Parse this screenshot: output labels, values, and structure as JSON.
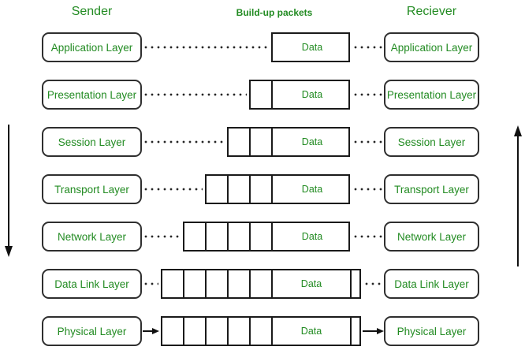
{
  "titles": {
    "sender": "Sender",
    "middle": "Build-up packets",
    "receiver": "Reciever"
  },
  "data_label": "Data",
  "colors": {
    "green": "#228B22",
    "line": "#1a1a1a"
  },
  "flow": {
    "sender_direction": "down",
    "receiver_direction": "up"
  },
  "layers": [
    {
      "label": "Application Layer",
      "header_cells": 0,
      "trailer_cell": false,
      "connection": "dotted"
    },
    {
      "label": "Presentation Layer",
      "header_cells": 1,
      "trailer_cell": false,
      "connection": "dotted"
    },
    {
      "label": "Session Layer",
      "header_cells": 2,
      "trailer_cell": false,
      "connection": "dotted"
    },
    {
      "label": "Transport Layer",
      "header_cells": 3,
      "trailer_cell": false,
      "connection": "dotted"
    },
    {
      "label": "Network Layer",
      "header_cells": 4,
      "trailer_cell": false,
      "connection": "dotted"
    },
    {
      "label": "Data Link Layer",
      "header_cells": 5,
      "trailer_cell": true,
      "connection": "dotted"
    },
    {
      "label": "Physical Layer",
      "header_cells": 5,
      "trailer_cell": true,
      "connection": "arrow"
    }
  ]
}
